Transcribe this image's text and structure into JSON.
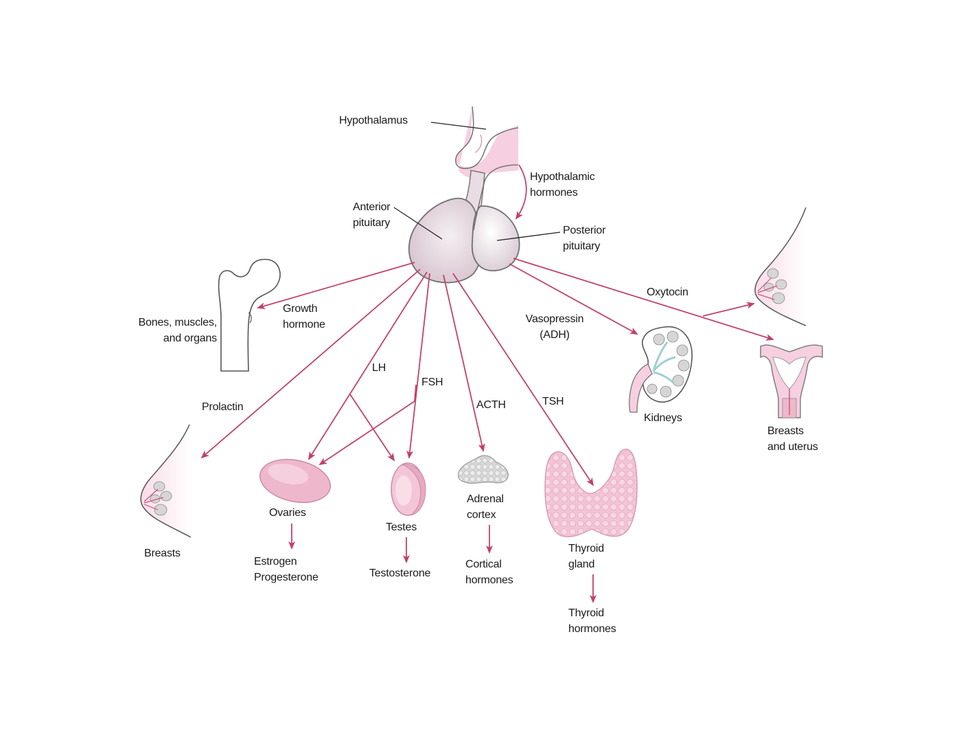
{
  "colors": {
    "arrow": "#c2416a",
    "gland_fill": "#e7d9e0",
    "gland_stroke": "#6f6f6f",
    "pink_tissue": "#f7d3e2",
    "organ_pink": "#efb7cc",
    "grey_lobe": "#d6d6d6",
    "outline": "#555555"
  },
  "labels": {
    "hypothalamus": "Hypothalamus",
    "hypothalamic_hormones": "Hypothalamic\nhormones",
    "anterior_pituitary": "Anterior\npituitary",
    "posterior_pituitary": "Posterior\npituitary",
    "bones": "Bones, muscles,\nand organs",
    "growth_hormone": "Growth\nhormone",
    "oxytocin": "Oxytocin",
    "vasopressin": "Vasopressin\n(ADH)",
    "lh": "LH",
    "fsh": "FSH",
    "acth": "ACTH",
    "tsh": "TSH",
    "prolactin": "Prolactin",
    "kidneys": "Kidneys",
    "breasts_uterus": "Breasts\nand uterus",
    "breasts": "Breasts",
    "ovaries": "Ovaries",
    "estrogen_progesterone": "Estrogen\nProgesterone",
    "testes": "Testes",
    "testosterone": "Testosterone",
    "adrenal_cortex": "Adrenal\ncortex",
    "cortical_hormones": "Cortical\nhormones",
    "thyroid_gland": "Thyroid\ngland",
    "thyroid_hormones": "Thyroid\nhormones"
  }
}
